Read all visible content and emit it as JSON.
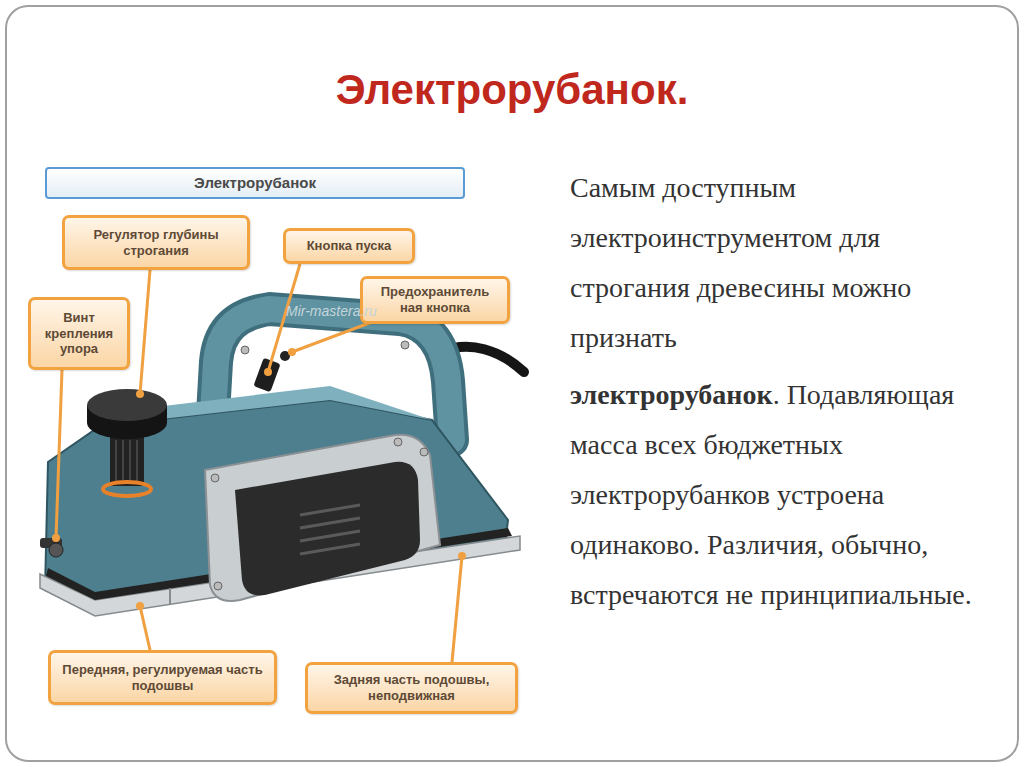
{
  "diagram": {
    "title": "Электрорубанок.",
    "nodes": [
      {
        "text": [
          "Электрорубанок"
        ]
      },
      {
        "text": [
          "Регулятор глубины строгания"
        ]
      },
      {
        "text": [
          "Кнопка пуска"
        ]
      },
      {
        "text": [
          "Винт крепления упора"
        ]
      },
      {
        "text": [
          "Предохранитель ная кнопка"
        ]
      },
      {
        "text": [
          "Передняя, регулируемая часть подошвы"
        ]
      },
      {
        "text": [
          "Задняя часть подошвы, неподвижная"
        ]
      }
    ],
    "labels": [
      "Mir-mastera.ru",
      "Самым доступным электроинструментом для строгания древесины можно признать",
      "электрорубанок",
      ". Подавляющая масса всех бюджетных электрорубанков устроена одинаково. Различия, обычно, встречаются не принципиальные."
    ]
  }
}
